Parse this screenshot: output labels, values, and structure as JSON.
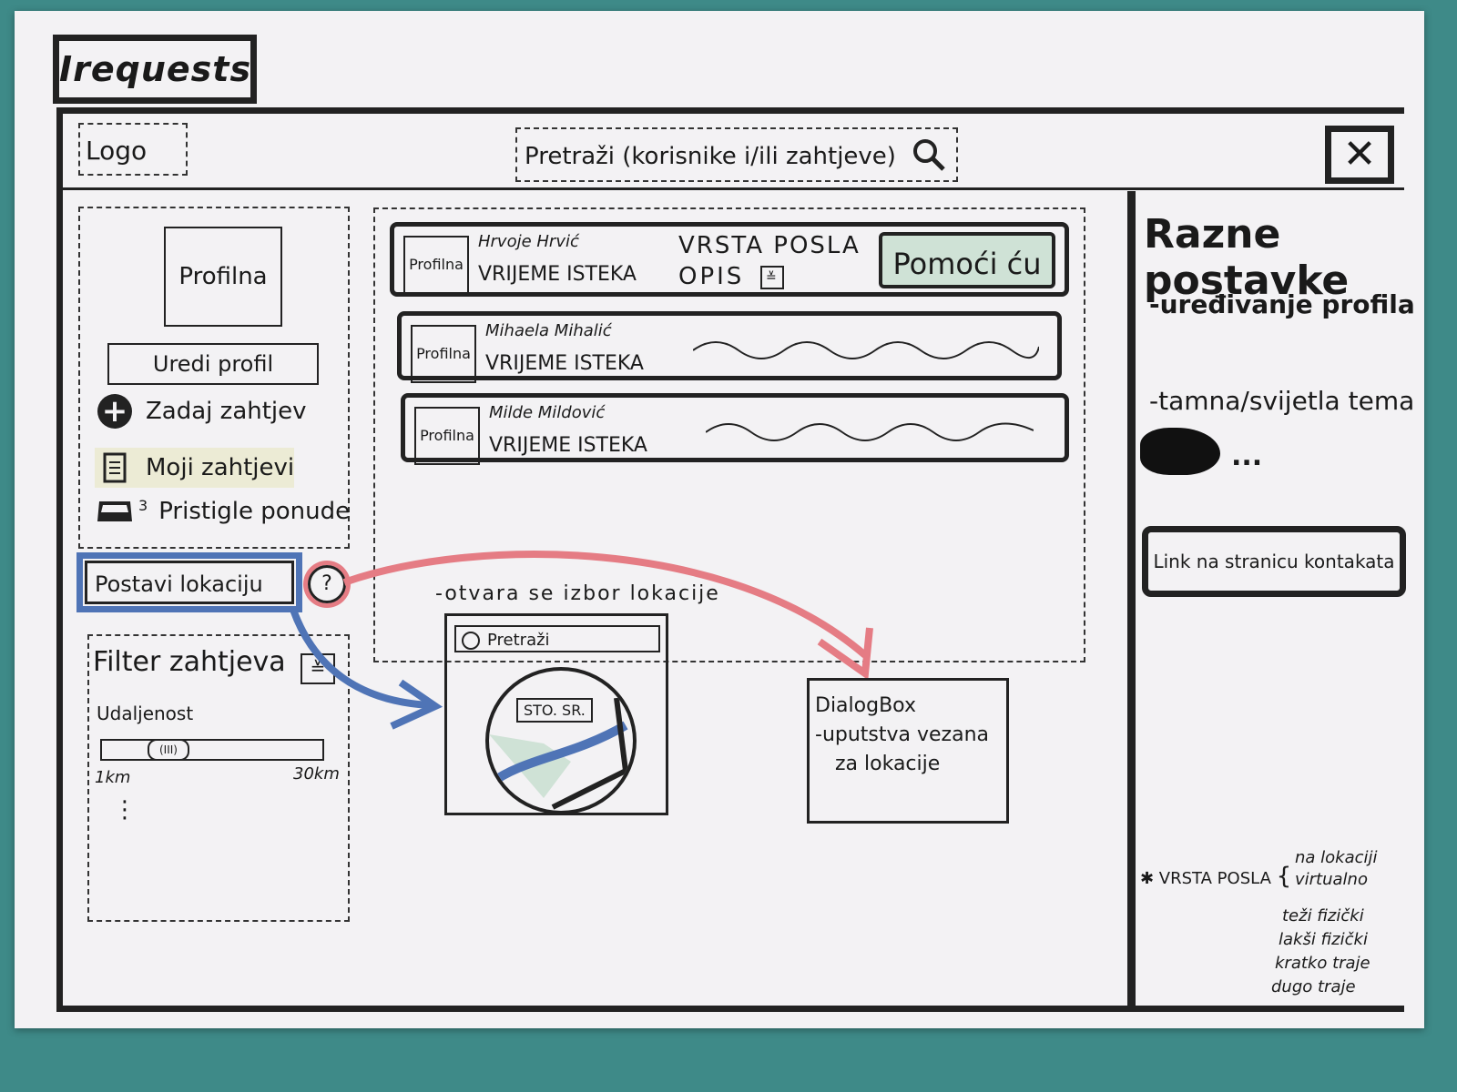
{
  "app": {
    "name": "Irequests"
  },
  "header": {
    "logo_label": "Logo",
    "search_placeholder": "Pretraži (korisnike i/ili zahtjeve)",
    "close_glyph": "✕"
  },
  "sidebar": {
    "avatar_label": "Profilna",
    "edit_profile_label": "Uredi profil",
    "menu": [
      {
        "icon": "plus-circle-icon",
        "label": "Zadaj zahtjev"
      },
      {
        "icon": "document-icon",
        "label": "Moji zahtjevi"
      },
      {
        "icon": "inbox-icon",
        "label": "Pristigle ponude",
        "badge": "3"
      }
    ],
    "set_location_label": "Postavi lokaciju",
    "help_glyph": "?"
  },
  "filter": {
    "title": "Filter zahtjeva",
    "toggle_glyph": "≚",
    "distance_label": "Udaljenost",
    "slider_thumb": "(III)",
    "min_label": "1km",
    "max_label": "30km",
    "more_glyph": "⋮"
  },
  "requests": [
    {
      "avatar": "Profilna",
      "name": "Hrvoje Hrvić",
      "expires": "VRIJEME ISTEKA",
      "type": "VRSTA POSLA",
      "description": "OPIS",
      "desc_toggle": "≚",
      "action_label": "Pomoći ću"
    },
    {
      "avatar": "Profilna",
      "name": "Mihaela Mihalić",
      "expires": "VRIJEME ISTEKA"
    },
    {
      "avatar": "Profilna",
      "name": "Milde Mildović",
      "expires": "VRIJEME ISTEKA"
    }
  ],
  "location_picker": {
    "hint": "-otvara se izbor lokacije",
    "search_label": "Pretraži",
    "pin_label": "STO. SR."
  },
  "dialog": {
    "title": "DialogBox",
    "line1": "-uputstva vezana",
    "line2": "za lokacije"
  },
  "settings": {
    "title": "Razne postavke",
    "items": [
      "-uređivanje profila",
      "-tamna/svijetla tema"
    ],
    "more": "...",
    "contact_link": "Link na stranicu kontakata"
  },
  "legend": {
    "prefix": "✱ VRSTA POSLA",
    "brace": "{",
    "options": [
      "na lokaciji",
      "virtualno",
      "teži fizički",
      "lakši fizički",
      "kratko traje",
      "dugo traje"
    ]
  },
  "colors": {
    "paper": "#f3f2f4",
    "ink": "#222222",
    "background": "#3e8a88",
    "blue_marker": "#4f74b6",
    "red_marker": "#e57c84",
    "green_marker": "#cfe2d6"
  }
}
